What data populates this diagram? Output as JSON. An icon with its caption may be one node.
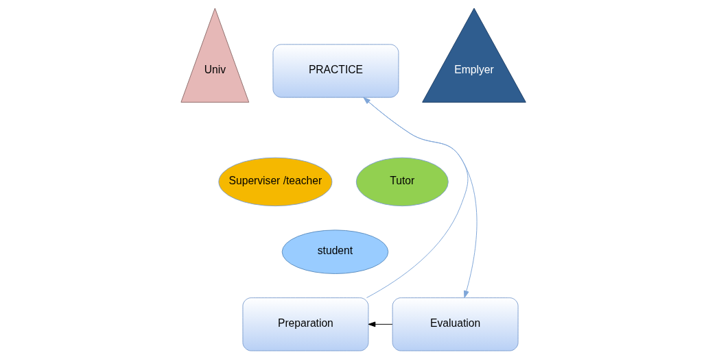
{
  "diagram": {
    "nodes": [
      {
        "text": [
          "PRACTICE"
        ]
      },
      {
        "text": [
          "Superviser /teacher"
        ]
      },
      {
        "text": [
          "Tutor"
        ]
      },
      {
        "text": [
          "Univ"
        ]
      },
      {
        "text": [
          "student"
        ]
      },
      {
        "text": [
          "Preparation"
        ]
      },
      {
        "text": [
          "Evaluation"
        ]
      },
      {
        "text": [
          "Emplyer"
        ]
      }
    ],
    "edges": [
      {
        "from": 5,
        "to": 0,
        "arrow": "to"
      },
      {
        "from": 0,
        "to": 6,
        "arrow": "to"
      },
      {
        "from": 6,
        "to": 5,
        "arrow": "to",
        "color": "#000000"
      }
    ]
  }
}
